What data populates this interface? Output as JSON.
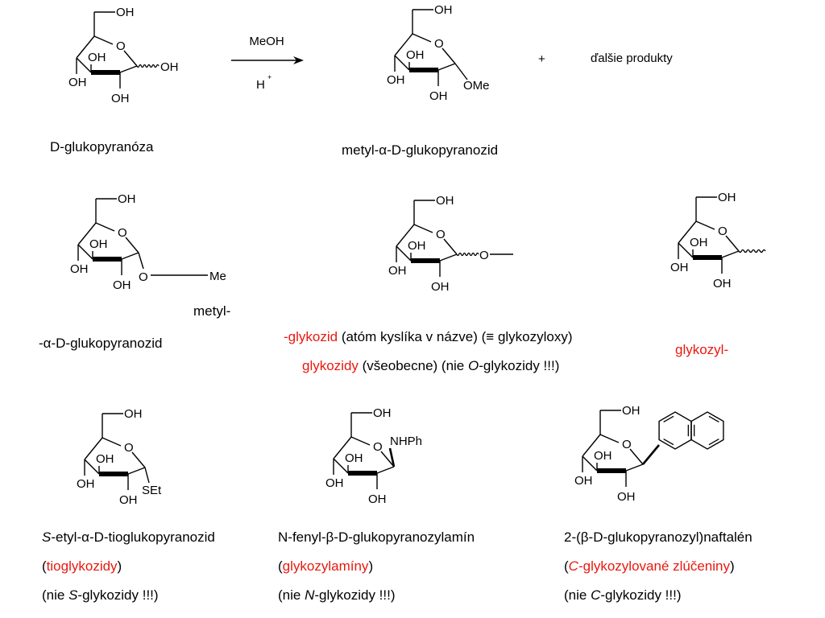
{
  "atoms": {
    "oh": "OH",
    "ring_o": "O",
    "ome": "OMe",
    "me": "Me",
    "o": "O",
    "set": "SEt",
    "nhph": "NHPh"
  },
  "reaction": {
    "reagent_top": "MeOH",
    "reagent_bottom_base": "H",
    "reagent_bottom_sup": "+",
    "plus": "+",
    "other_products": "ďalšie produkty"
  },
  "captions": {
    "glucopyranose": "D-glukopyranóza",
    "methyl_glucoside": "metyl-α-D-glukopyranozid",
    "methyl_prefix": "metyl-",
    "alpha_suffix": "-α-D-glukopyranozid",
    "glycoside": {
      "line1": {
        "dash": "-",
        "red": "glykozid",
        "rest": " (atóm kyslíka v názve) (≡ glykozyloxy)"
      },
      "line2": {
        "red": "glykozidy",
        "pre": " (všeobecne) (nie ",
        "ital": "O",
        "post": "-glykozidy !!!)"
      }
    },
    "glycosyl": "glykozyl-",
    "thio": {
      "name_ital": "S",
      "name_rest": "-etyl-α-D-tioglukopyranozid",
      "class_open": "(",
      "class_red": "tioglykozidy",
      "class_close": ")",
      "not_pre": "(nie ",
      "not_ital": "S",
      "not_post": "-glykozidy !!!)"
    },
    "amine": {
      "name": "N-fenyl-β-D-glukopyranozylamín",
      "class_open": "(",
      "class_red": "glykozylamíny",
      "class_close": ")",
      "not_pre": "(nie ",
      "not_ital": "N",
      "not_post": "-glykozidy !!!)"
    },
    "cglyco": {
      "name": "2-(β-D-glukopyranozyl)naftalén",
      "class_open": "(",
      "class_red_ital": "C",
      "class_red_rest": "-glykozylované zlúčeniny",
      "class_close": ")",
      "not_pre": "(nie ",
      "not_ital": "C",
      "not_post": "-glykozidy !!!)"
    }
  },
  "colors": {
    "accent_red": "#e8190f",
    "ink": "#000000"
  }
}
